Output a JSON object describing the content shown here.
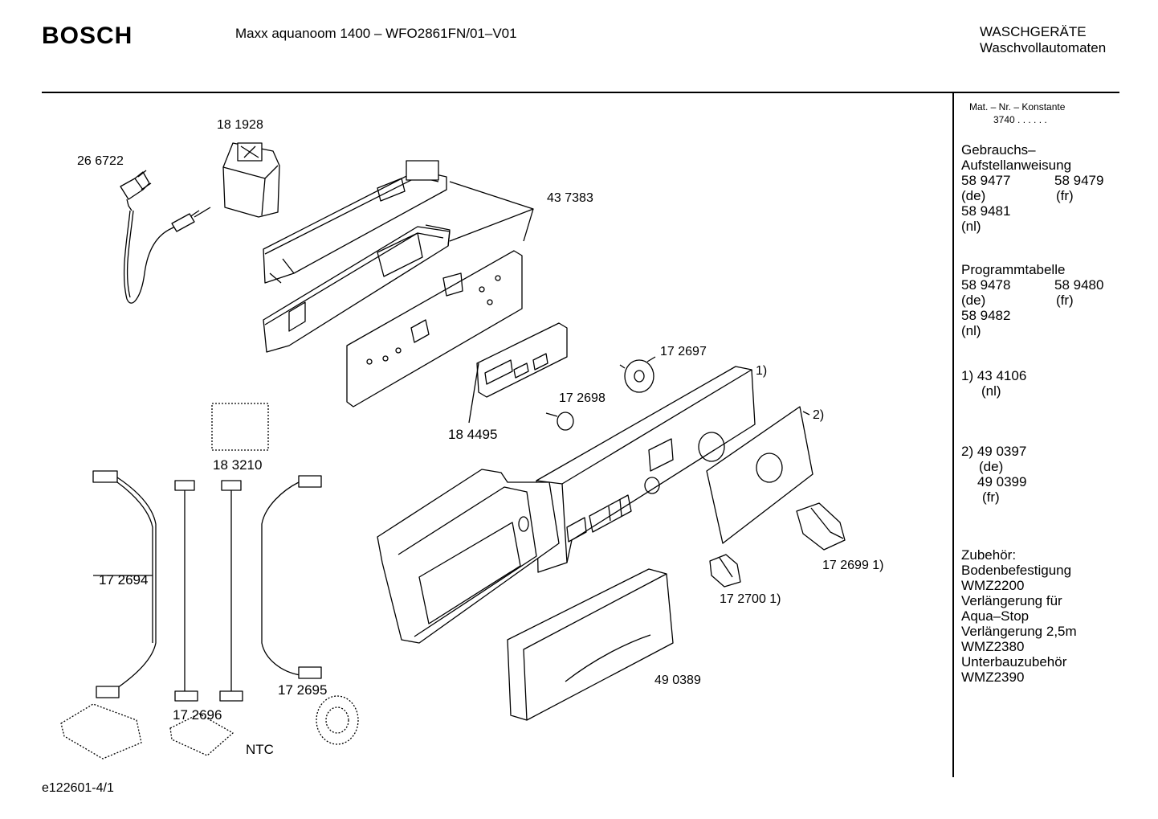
{
  "header": {
    "brand": "BOSCH",
    "model": "Maxx aquanoom 1400 – WFO2861FN/01–V01",
    "category_line1": "WASCHGERÄTE",
    "category_line2": "Waschvollautomaten"
  },
  "sidebar": {
    "mat_title": "Mat. – Nr. – Konstante",
    "mat_value": "3740  .  .   .  .  .  .",
    "manual": {
      "title1": "Gebrauchs–",
      "title2": "Aufstellanweisung",
      "row1_left": "58 9477",
      "row1_right": "58 9479",
      "row2_left": "(de)",
      "row2_right": "(fr)",
      "row3_left": "58 9481",
      "row4_left": "(nl)"
    },
    "program": {
      "title": "Programmtabelle",
      "row1_left": "58 9478",
      "row1_right": "58 9480",
      "row2_left": "(de)",
      "row2_right": "(fr)",
      "row3_left": "58 9482",
      "row4_left": "(nl)"
    },
    "note1": {
      "line1": "1) 43 4106",
      "line2": "(nl)"
    },
    "note2": {
      "line1": "2) 49 0397",
      "line2": "(de)",
      "line3": "49 0399",
      "line4": "(fr)"
    },
    "accessories": [
      "Zubehör:",
      "Bodenbefestigung",
      "WMZ2200",
      "Verlängerung für",
      "Aqua–Stop",
      "Verlängerung 2,5m",
      "WMZ2380",
      "Unterbauzubehör",
      "WMZ2390"
    ]
  },
  "parts": {
    "p181928": "18 1928",
    "p266722": "26 6722",
    "p437383": "43 7383",
    "p172697": "17 2697",
    "note1": "1)",
    "note2": "2)",
    "p172698": "17 2698",
    "p184495": "18 4495",
    "p183210": "18 3210",
    "p172694": "17 2694",
    "p172695": "17 2695",
    "p172696": "17 2696",
    "ntc": "NTC",
    "p172699": "17 2699 1)",
    "p172700": "17 2700 1)",
    "p490389": "49 0389"
  },
  "footer": {
    "code": "e122601-4/1"
  }
}
